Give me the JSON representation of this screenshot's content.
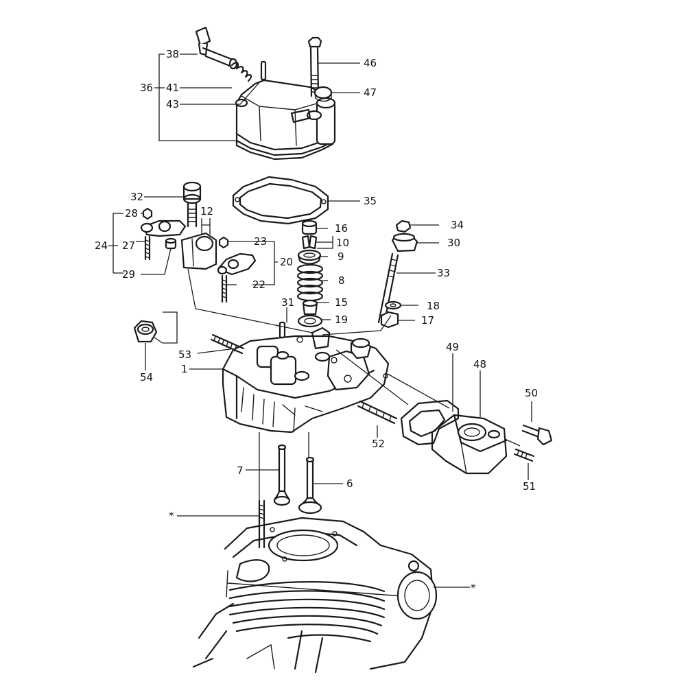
{
  "diagram": {
    "callouts": [
      {
        "id": "c38",
        "text": "38"
      },
      {
        "id": "c41",
        "text": "41"
      },
      {
        "id": "c43",
        "text": "43"
      },
      {
        "id": "c36",
        "text": "36"
      },
      {
        "id": "c46",
        "text": "46"
      },
      {
        "id": "c47",
        "text": "47"
      },
      {
        "id": "c32",
        "text": "32"
      },
      {
        "id": "c35",
        "text": "35"
      },
      {
        "id": "c28",
        "text": "28"
      },
      {
        "id": "c12",
        "text": "12"
      },
      {
        "id": "c16",
        "text": "16"
      },
      {
        "id": "c34",
        "text": "34"
      },
      {
        "id": "c24",
        "text": "24"
      },
      {
        "id": "c27",
        "text": "27"
      },
      {
        "id": "c23",
        "text": "23"
      },
      {
        "id": "c10",
        "text": "10"
      },
      {
        "id": "c30",
        "text": "30"
      },
      {
        "id": "c9",
        "text": "9"
      },
      {
        "id": "c20",
        "text": "20"
      },
      {
        "id": "c29",
        "text": "29"
      },
      {
        "id": "c22",
        "text": "22"
      },
      {
        "id": "c8",
        "text": "8"
      },
      {
        "id": "c33",
        "text": "33"
      },
      {
        "id": "c31",
        "text": "31"
      },
      {
        "id": "c15",
        "text": "15"
      },
      {
        "id": "c18",
        "text": "18"
      },
      {
        "id": "c19",
        "text": "19"
      },
      {
        "id": "c17",
        "text": "17"
      },
      {
        "id": "c49",
        "text": "49"
      },
      {
        "id": "c53",
        "text": "53"
      },
      {
        "id": "c48",
        "text": "48"
      },
      {
        "id": "c1",
        "text": "1"
      },
      {
        "id": "c54",
        "text": "54"
      },
      {
        "id": "c50",
        "text": "50"
      },
      {
        "id": "c52",
        "text": "52"
      },
      {
        "id": "c7",
        "text": "7"
      },
      {
        "id": "c6",
        "text": "6"
      },
      {
        "id": "c51",
        "text": "51"
      },
      {
        "id": "star1",
        "text": "*"
      },
      {
        "id": "star2",
        "text": "*"
      }
    ]
  }
}
